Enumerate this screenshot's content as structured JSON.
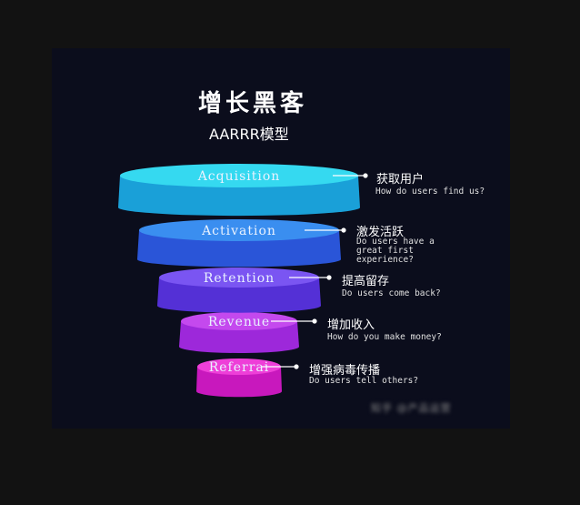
{
  "title": "增长黑客",
  "subtitle": "AARRR模型",
  "stages": [
    {
      "name": "Acquisition",
      "cn": "获取用户",
      "en": "How do users find us?",
      "color_top": "#35d9f0",
      "color_side": "#1aa0d8"
    },
    {
      "name": "Activation",
      "cn": "激发活跃",
      "en": "Do users have a great first experience?",
      "color_top": "#3a8ef0",
      "color_side": "#2a55d8"
    },
    {
      "name": "Retention",
      "cn": "提高留存",
      "en": "Do users come back?",
      "color_top": "#7a55f2",
      "color_side": "#5430d6"
    },
    {
      "name": "Revenue",
      "cn": "增加收入",
      "en": "How do you make money?",
      "color_top": "#c449ee",
      "color_side": "#9d28da"
    },
    {
      "name": "Referrai",
      "cn": "增强病毒传播",
      "en": "Do users tell others?",
      "color_top": "#ee3fd8",
      "color_side": "#c818bd"
    }
  ],
  "watermark": "知乎 @产品运营"
}
